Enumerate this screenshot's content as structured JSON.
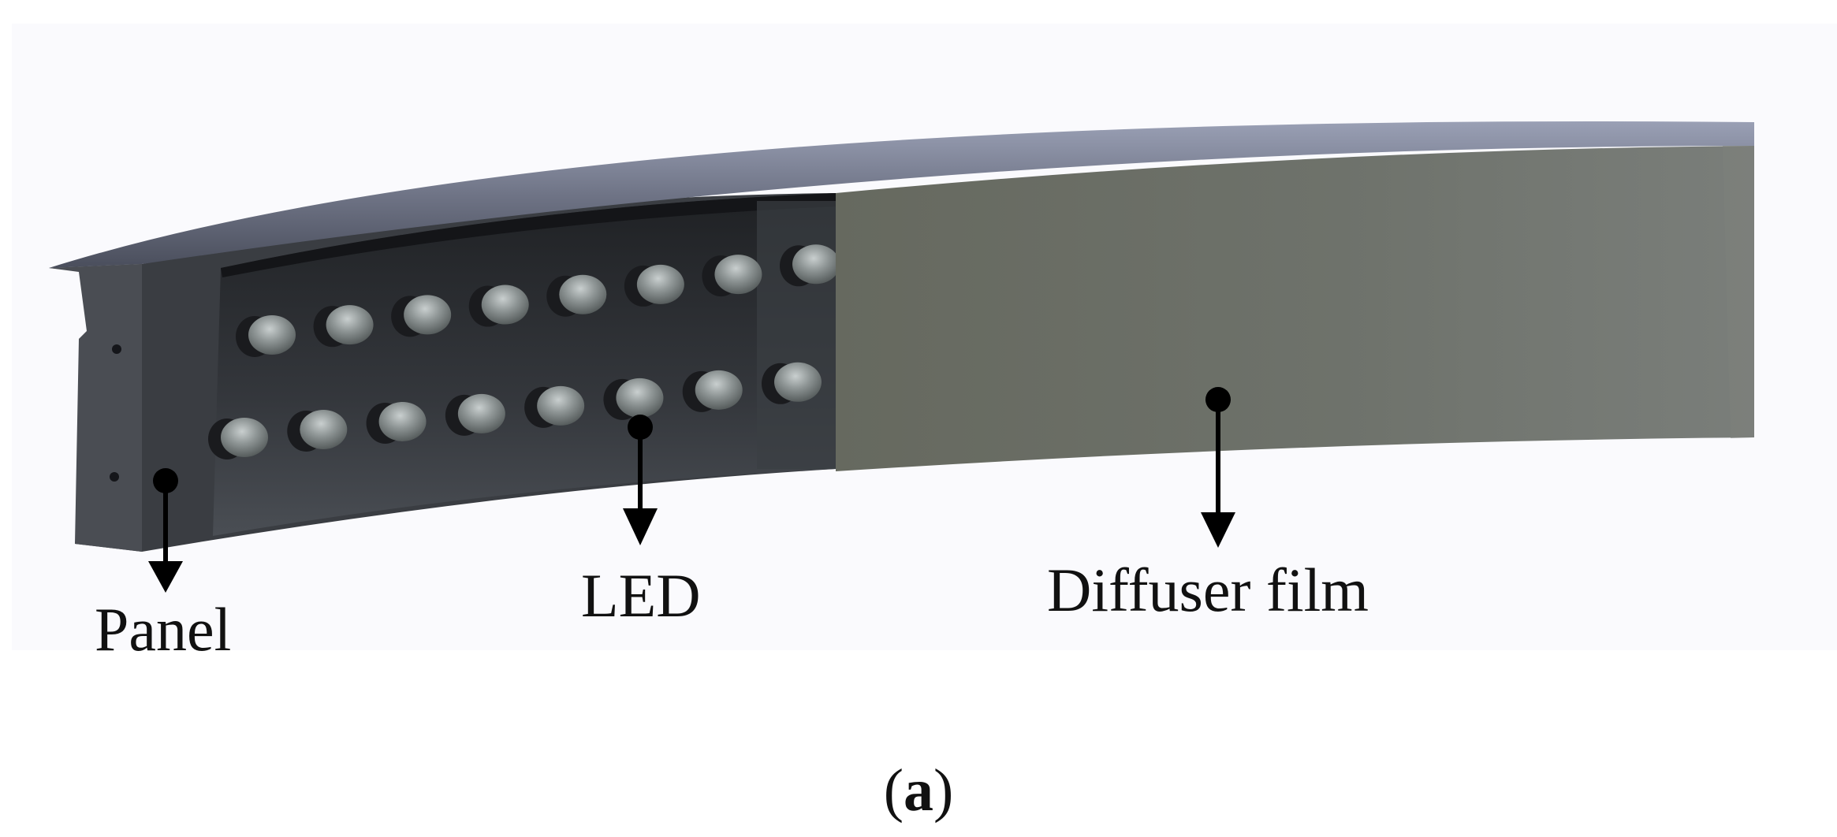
{
  "labels": {
    "panel": "Panel",
    "led": "LED",
    "diffuser": "Diffuser film"
  },
  "caption": {
    "open": "(",
    "letter": "a",
    "close": ")"
  },
  "colors": {
    "background": "#ffffff",
    "render_background": "#fafafd",
    "panel_body": "#3a3d42",
    "panel_top": "#6f7486",
    "led_cavity": "#2b2d31",
    "led_bulb": "#8e9595",
    "diffuser": "#6b6f68",
    "pointer": "#000000"
  },
  "leds": {
    "top_row_count": 8,
    "bottom_row_count": 8
  }
}
